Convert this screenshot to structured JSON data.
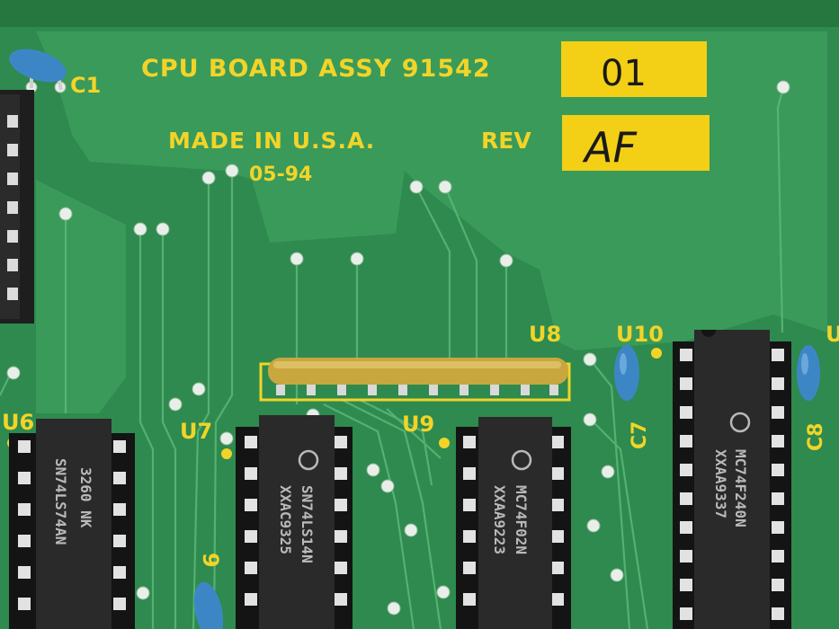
{
  "silkscreen": {
    "assembly": "CPU BOARD ASSY 91542",
    "made_in": "MADE IN U.S.A.",
    "date_code": "05-94",
    "rev_label": "REV",
    "c1": "C1",
    "u6": "U6",
    "u7": "U7",
    "u8": "U8",
    "u9": "U9",
    "u10": "U10",
    "c7": "C7",
    "c8": "C8",
    "u_edge": "U",
    "c9_partial": "9"
  },
  "stickers": {
    "assembly_number": "01",
    "revision": "AF"
  },
  "chips": {
    "u6": {
      "part": "SN74LS74AN",
      "code": "3260 NK"
    },
    "u7": {
      "part": "SN74LS14N",
      "code": "XXAC9325"
    },
    "u9": {
      "part": "MC74F02N",
      "code": "XXAA9223"
    },
    "u10": {
      "part": "MC74F240N",
      "code": "XXAA9337"
    }
  },
  "colors": {
    "pcb_green": "#2e8a4e",
    "silkscreen_yellow": "#f2d428",
    "ic_body": "#262626",
    "capacitor_blue": "#3d86c6"
  }
}
